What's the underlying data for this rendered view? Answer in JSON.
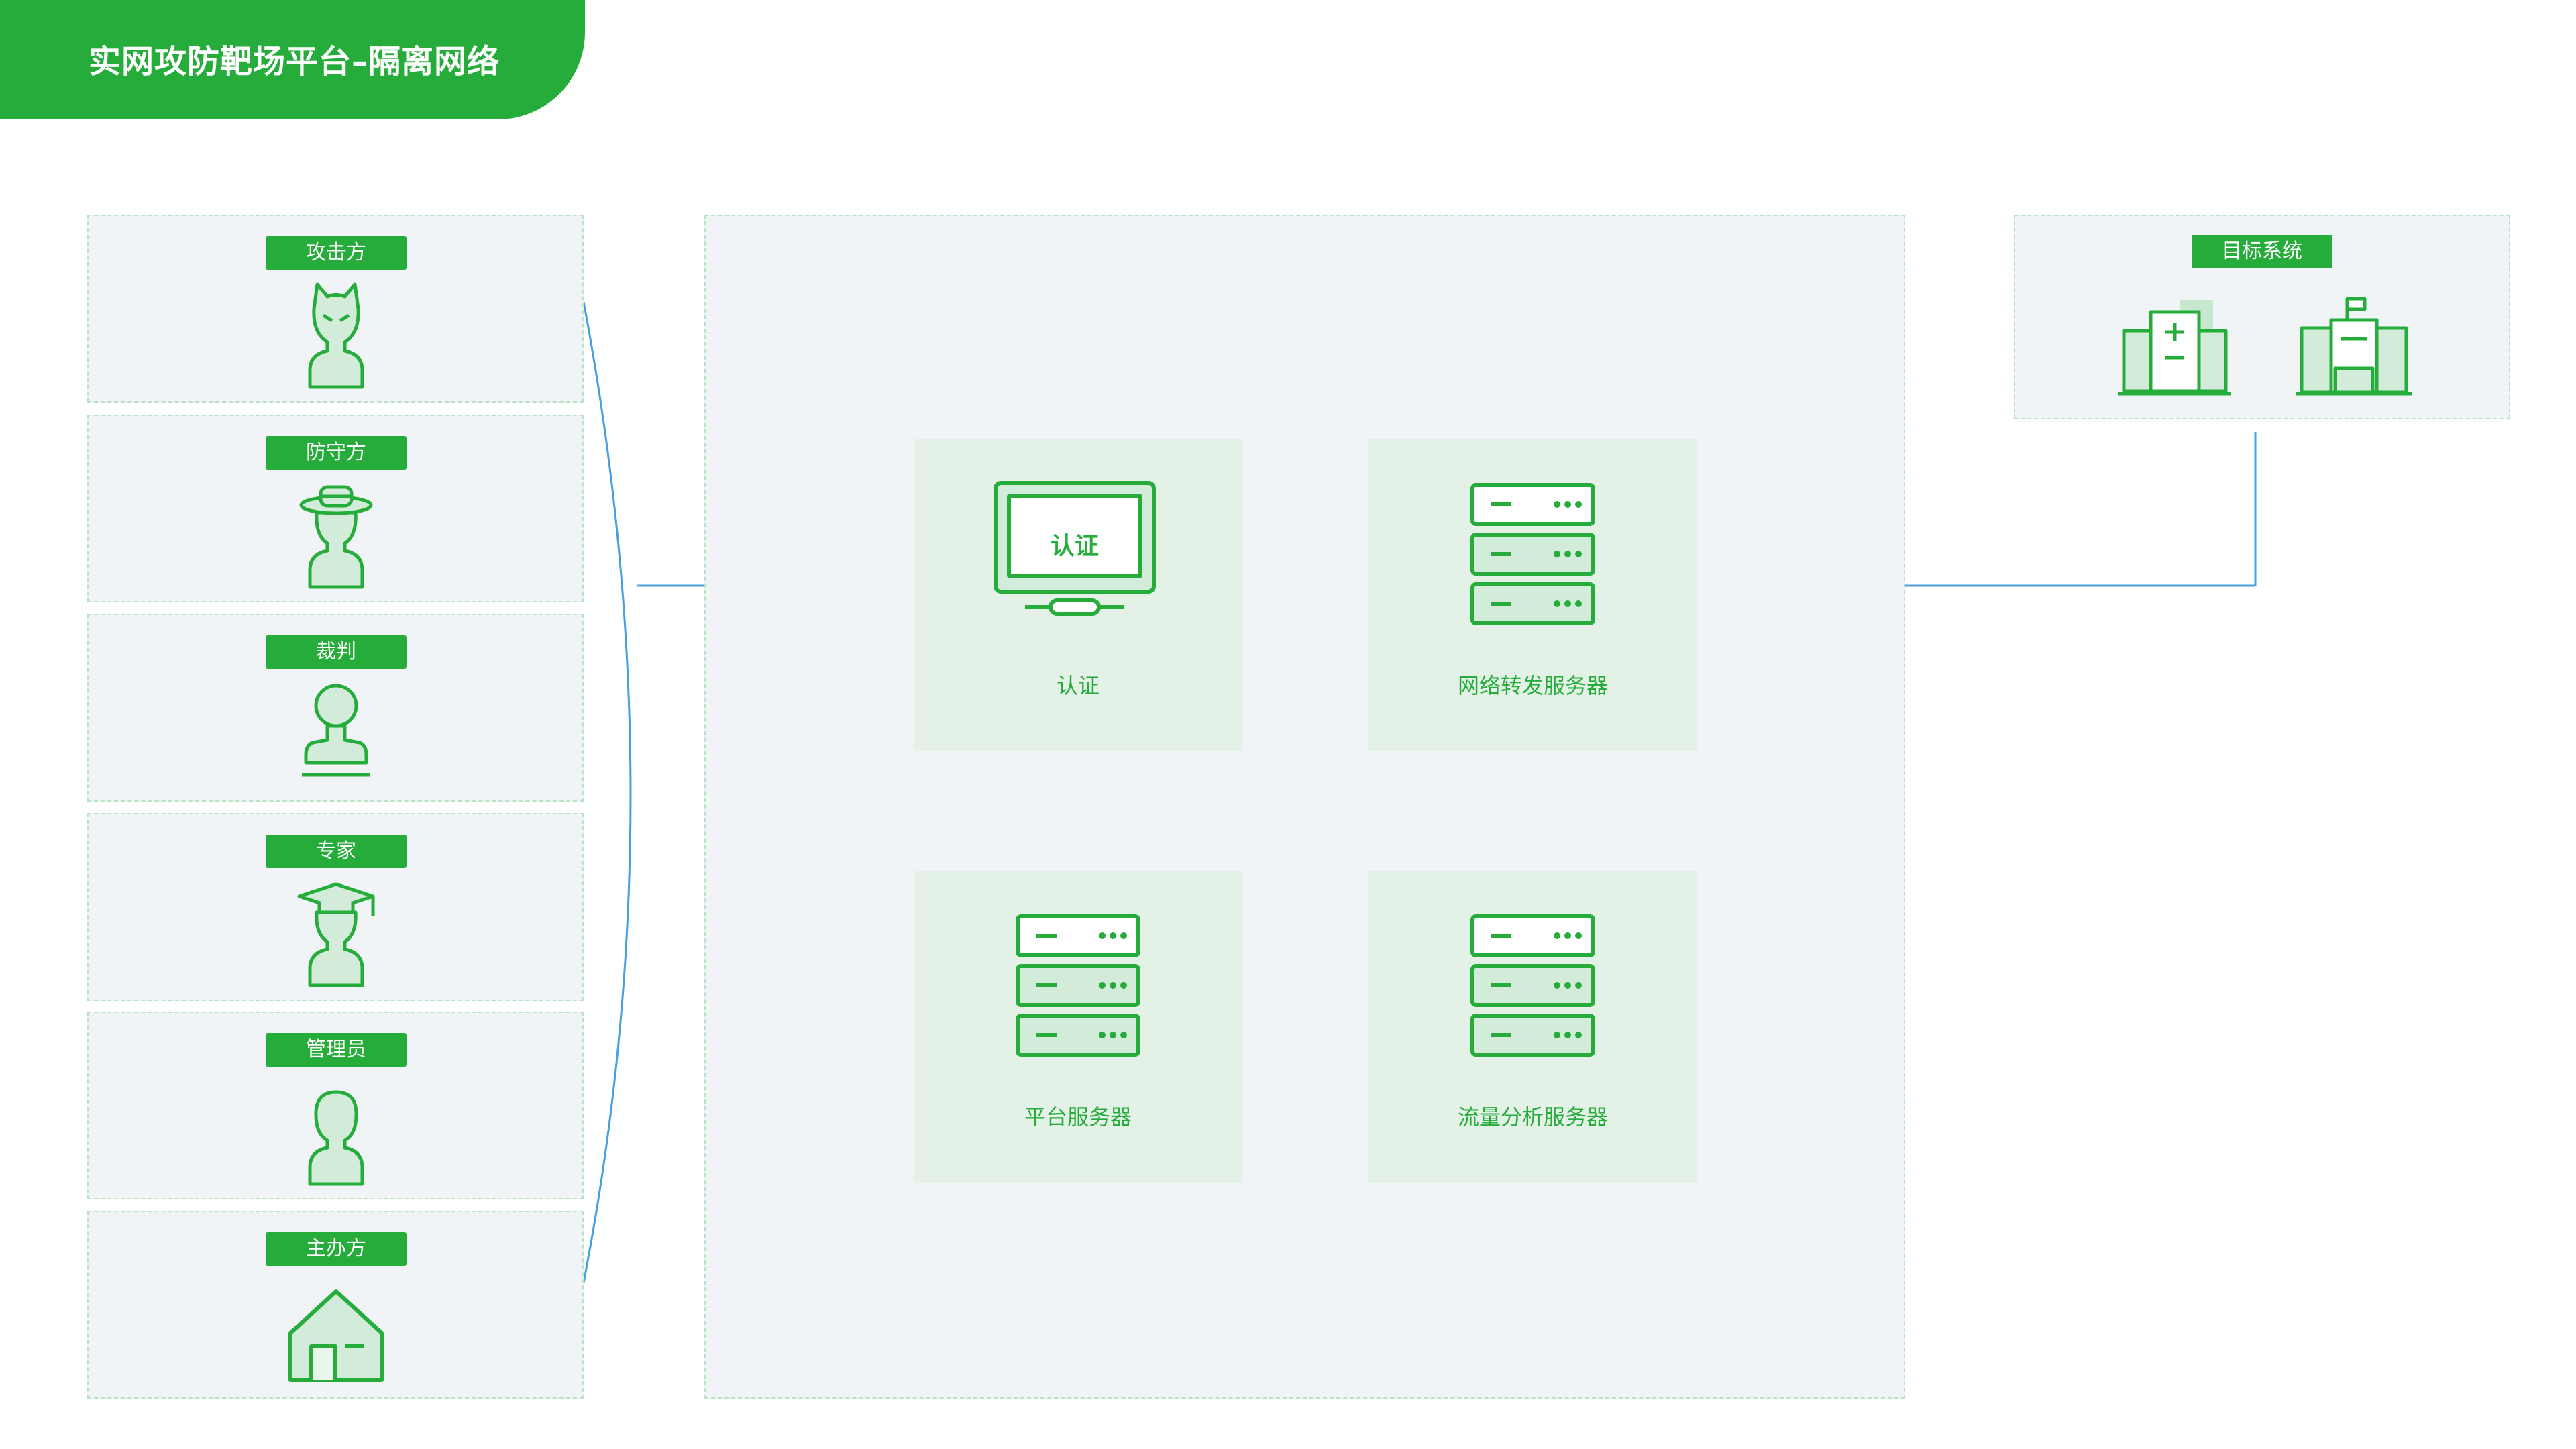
{
  "title": "实网攻防靶场平台–隔离网络",
  "roles": [
    {
      "label": "攻击方",
      "icon": "hacker-icon"
    },
    {
      "label": "防守方",
      "icon": "defender-icon"
    },
    {
      "label": "裁判",
      "icon": "referee-icon"
    },
    {
      "label": "专家",
      "icon": "expert-icon"
    },
    {
      "label": "管理员",
      "icon": "admin-icon"
    },
    {
      "label": "主办方",
      "icon": "organizer-house-icon"
    }
  ],
  "nodes": {
    "auth": {
      "label": "认证",
      "screen_text": "认证",
      "icon": "monitor-icon"
    },
    "forward": {
      "label": "网络转发服务器",
      "icon": "server-icon"
    },
    "platform": {
      "label": "平台服务器",
      "icon": "server-icon"
    },
    "traffic": {
      "label": "流量分析服务器",
      "icon": "server-icon"
    }
  },
  "target": {
    "label": "目标系统",
    "icons": [
      "hospital-icon",
      "government-building-icon"
    ]
  },
  "colors": {
    "green": "#26ac3a",
    "panel": "#f0f4f6",
    "node": "#e3f1e7",
    "line": "#4a9fe0"
  }
}
